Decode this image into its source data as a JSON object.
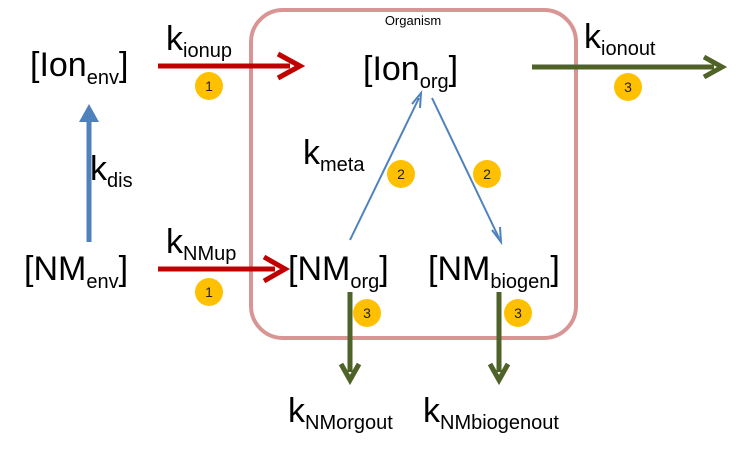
{
  "colors": {
    "organism_border": "#d99594",
    "uptake_arrow": "#c00000",
    "elimination_arrow": "#4f6228",
    "transform_arrow": "#4f81bd",
    "badge_fill": "#ffc000"
  },
  "organism_label": "Organism",
  "compartments": {
    "ion_env": {
      "base": "[Ion",
      "sub": "env",
      "close": "]"
    },
    "nm_env": {
      "base": "[NM",
      "sub": "env",
      "close": "]"
    },
    "ion_org": {
      "base": "[Ion",
      "sub": "org",
      "close": "]"
    },
    "nm_org": {
      "base": "[NM",
      "sub": "org",
      "close": "]"
    },
    "nm_biogen": {
      "base": "[NM",
      "sub": "biogen",
      "close": "]"
    }
  },
  "rates": {
    "k_ionup": {
      "base": "k",
      "sub": "ionup"
    },
    "k_ionout": {
      "base": "k",
      "sub": "ionout"
    },
    "k_dis": {
      "base": "k",
      "sub": "dis"
    },
    "k_nmup": {
      "base": "k",
      "sub": "NMup"
    },
    "k_meta": {
      "base": "k",
      "sub": "meta"
    },
    "k_nmorgout": {
      "base": "k",
      "sub": "NMorgout"
    },
    "k_nmbiogenout": {
      "base": "k",
      "sub": "NMbiogenout"
    }
  },
  "badges": {
    "ionup": "1",
    "nmup": "1",
    "meta_left": "2",
    "meta_right": "2",
    "ionout": "3",
    "nmorgout": "3",
    "nmbiogenout": "3"
  }
}
